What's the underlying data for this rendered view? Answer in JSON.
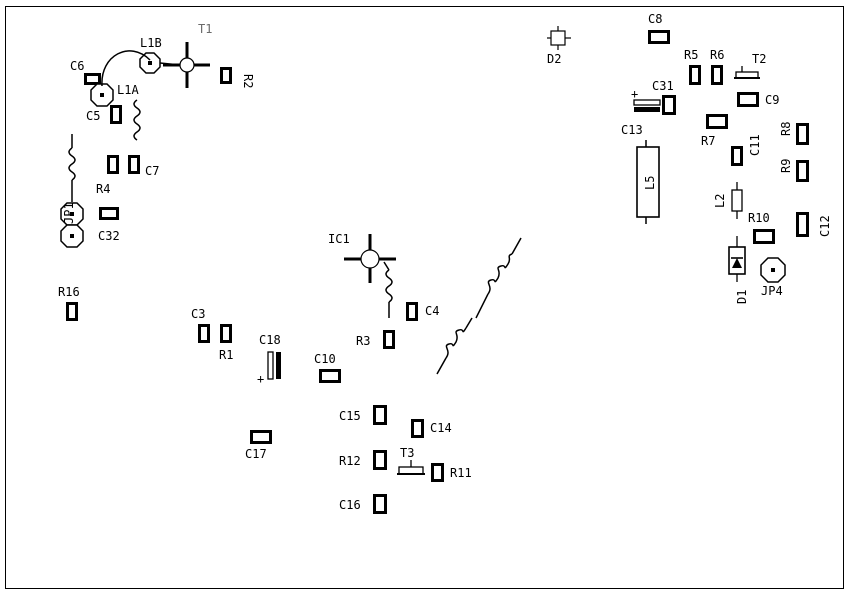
{
  "colors": {
    "ink": "#000000",
    "background": "#ffffff",
    "frame": "#000000",
    "light_label": "#6b6b6b"
  },
  "labels": {
    "T1": "T1",
    "L1B": "L1B",
    "L1A": "L1A",
    "R2": "R2",
    "C6": "C6",
    "C5": "C5",
    "C7": "C7",
    "R4": "R4",
    "JP1": "JP1",
    "C32": "C32",
    "R16": "R16",
    "C3": "C3",
    "R1": "R1",
    "C18": "C18",
    "IC1": "IC1",
    "C4": "C4",
    "R3": "R3",
    "C10": "C10",
    "C15": "C15",
    "C14": "C14",
    "R12": "R12",
    "T3": "T3",
    "R11": "R11",
    "C16": "C16",
    "C17": "C17",
    "D2": "D2",
    "C8": "C8",
    "R5": "R5",
    "R6": "R6",
    "T2": "T2",
    "C31": "C31",
    "C9": "C9",
    "C13": "C13",
    "R7": "R7",
    "R8": "R8",
    "C11": "C11",
    "R9": "R9",
    "L5": "L5",
    "L2": "L2",
    "R10": "R10",
    "C12": "C12",
    "D1": "D1",
    "JP4": "JP4"
  },
  "markers": {
    "plus": "+"
  }
}
